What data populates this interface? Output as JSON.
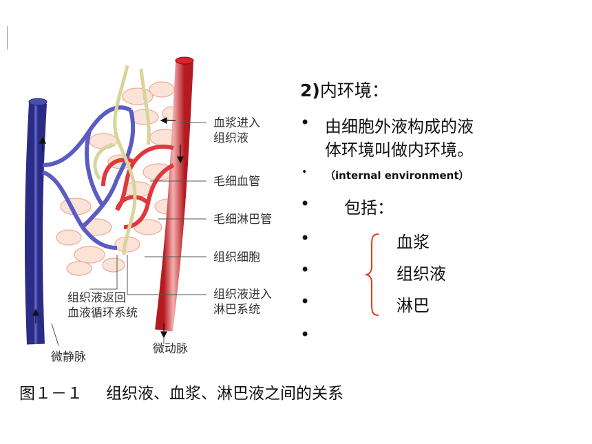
{
  "diagram": {
    "labels": {
      "plasma_to_tissue": [
        "血浆进入",
        "组织液"
      ],
      "capillary": "毛细血管",
      "lymph_capillary": "毛细淋巴管",
      "tissue_cell": "组织细胞",
      "tissue_to_blood": [
        "组织液返回",
        "血液循环系统"
      ],
      "tissue_to_lymph": [
        "组织液进入",
        "淋巴系统"
      ],
      "venule": "微静脉",
      "arteriole": "微动脉"
    },
    "caption": {
      "number": "图１－１",
      "text": "组织液、血浆、淋巴液之间的关系"
    }
  },
  "content": {
    "heading_num": "2)",
    "heading_text": "内环境：",
    "bullet_char": "•",
    "definition": [
      "由细胞外液构成的液",
      "体环境叫做内环境。"
    ],
    "english": "（internal environment）",
    "includes": "包括：",
    "items": [
      "血浆",
      "组织液",
      "淋巴"
    ]
  },
  "colors": {
    "vein": "#4b4db0",
    "artery": "#d9262c",
    "lymph": "#d8d49a",
    "cells": "#f2b8a4",
    "brace": "#e23a1e"
  }
}
